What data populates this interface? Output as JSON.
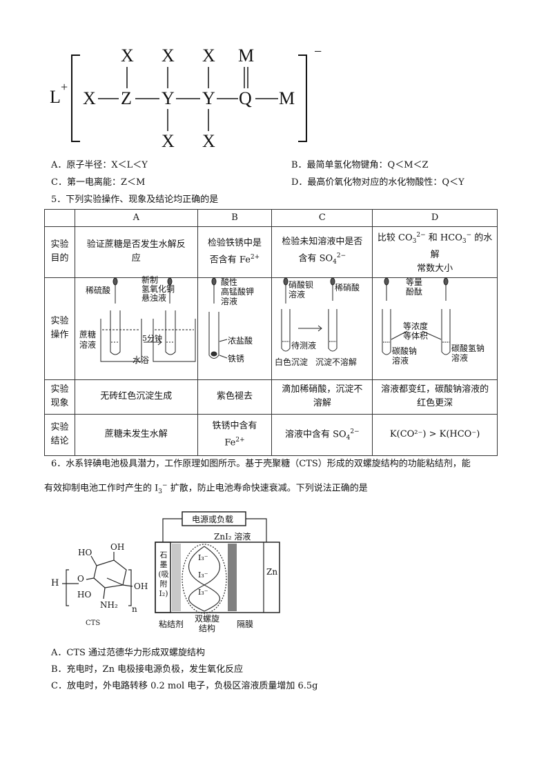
{
  "structure": {
    "cation": "L",
    "cation_charge": "+",
    "anion_charge": "−",
    "atoms": {
      "x_top1": "X",
      "x_top2": "X",
      "x_top3": "X",
      "m_top": "M",
      "x_left": "X",
      "z": "Z",
      "y1": "Y",
      "y2": "Y",
      "q": "Q",
      "m_right": "M",
      "x_bot1": "X",
      "x_bot2": "X"
    }
  },
  "q4": {
    "options": {
      "A": "A．原子半径：X＜L＜Y",
      "B": "B．最简单氢化物键角：Q＜M＜Z",
      "C": "C．第一电离能：Z＜M",
      "D": "D．最高价氧化物对应的水化物酸性：Q＜Y"
    }
  },
  "q5": {
    "stem": "5．下列实验操作、现象及结论均正确的是",
    "columns": [
      "A",
      "B",
      "C",
      "D"
    ],
    "row_labels": {
      "purpose": [
        "实验",
        "目的"
      ],
      "operation": [
        "实验",
        "操作"
      ],
      "phenomenon": [
        "实验",
        "现象"
      ],
      "conclusion": [
        "实验",
        "结论"
      ]
    },
    "purpose": {
      "A1": "验证蔗糖是否发生水解反",
      "A2": "应",
      "B1": "检验铁锈中是",
      "B2": "否含有 Fe",
      "C1": "检验未知溶液中是否",
      "C2": "含有 SO",
      "D1": "比较 CO",
      "D_mid": "和 HCO",
      "D_end": "的水解",
      "D2": "常数大小"
    },
    "phenomenon": {
      "A": "无砖红色沉淀生成",
      "B": "紫色褪去",
      "C1": "滴加稀硝酸，沉淀不",
      "C2": "溶解",
      "D1": "溶液都变红，碳酸钠溶液的",
      "D2": "红色更深"
    },
    "conclusion": {
      "A": "蔗糖未发生水解",
      "B1": "铁锈中含有",
      "B2": "Fe",
      "C": "溶液中含有 SO",
      "D": "K(CO²⁻) > K(HCO⁻)"
    },
    "sup": {
      "fe": "2+",
      "so4": "2−",
      "co3": "2−",
      "hco3": "−"
    },
    "sub": {
      "so4": "4",
      "co3": "3",
      "hco3": "3"
    },
    "operation_labels": {
      "A": {
        "acid": "稀硫酸",
        "cu1": "新制",
        "cu2": "氢氧化铜",
        "cu3": "悬浊液",
        "sugar1": "蔗糖",
        "sugar2": "溶液",
        "time": "5分钟",
        "bath": "水浴"
      },
      "B": {
        "kmno1": "酸性",
        "kmno2": "高锰酸钾",
        "kmno3": "溶液",
        "hcl": "浓盐酸",
        "rust": "铁锈"
      },
      "C": {
        "ba1": "硝酸钡",
        "ba2": "溶液",
        "hno3": "稀硝酸",
        "test": "待测液",
        "white": "白色沉淀",
        "nodis": "沉淀不溶解"
      },
      "D": {
        "phen1": "等量",
        "phen2": "酚酞",
        "eq1": "等浓度",
        "eq2": "等体积",
        "na2co3_1": "碳酸钠",
        "na2co3_2": "溶液",
        "nahco3_1": "碳酸氢钠",
        "nahco3_2": "溶液"
      }
    }
  },
  "q6": {
    "stem1": "6．水系锌碘电池极具潜力，工作原理如图所示。基于壳聚糖（CTS）形成的双螺旋结构的功能粘结剂，能",
    "stem2_a": "有效抑制电池工作时产生的 I",
    "stem2_sub": "3",
    "stem2_sup": "−",
    "stem2_b": " 扩散，防止电池寿命快速衰减。下列说法正确的是",
    "diagram": {
      "power": "电源或负载",
      "electrolyte": "ZnI₂ 溶液",
      "graphite": [
        "石",
        "墨",
        "(吸",
        "附",
        "I₂)"
      ],
      "zn": "Zn",
      "i3": "I₃⁻",
      "binder": "粘结剂",
      "helix1": "双螺旋",
      "helix2": "结构",
      "membrane": "隔膜",
      "cts_label": "CTS",
      "cts": {
        "ho1": "HO",
        "oh1": "OH",
        "h": "H",
        "o": "O",
        "ho2": "HO",
        "nh2": "NH₂",
        "oh2": "OH",
        "n": "n"
      }
    },
    "options": {
      "A": "A．CTS 通过范德华力形成双螺旋结构",
      "B": "B．充电时，Zn 电极接电源负极，发生氧化反应",
      "C": "C．放电时，外电路转移 0.2 mol 电子，负极区溶液质量增加 6.5g"
    }
  }
}
